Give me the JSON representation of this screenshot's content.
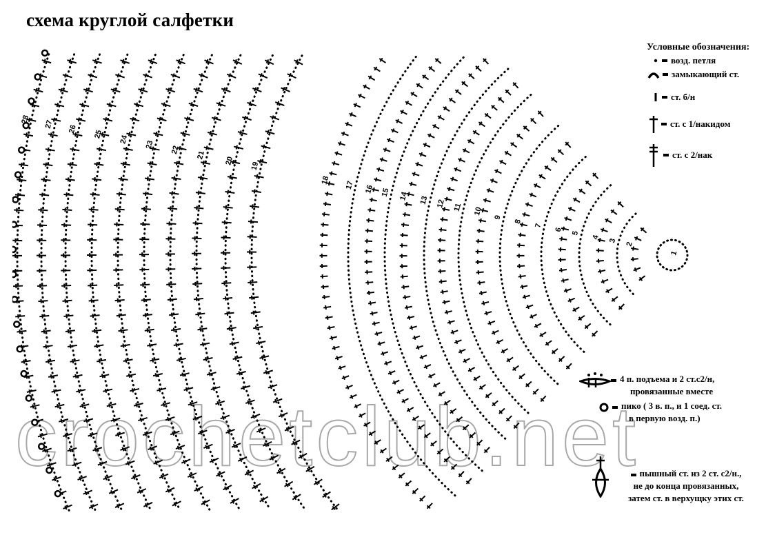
{
  "title": "схема круглой салфетки",
  "diagram": {
    "row_labels": [
      "1",
      "2",
      "3",
      "4",
      "5",
      "6",
      "7",
      "8",
      "9",
      "10",
      "11",
      "12",
      "13",
      "14",
      "15",
      "16",
      "17",
      "18",
      "19",
      "20",
      "21",
      "22",
      "23",
      "24",
      "25",
      "26",
      "27",
      "28"
    ],
    "watermark": "crochetclub.net"
  },
  "legend": {
    "title": "Условные обозначения:",
    "items": [
      {
        "icon": "chain-dot-icon",
        "label": "возд. петля"
      },
      {
        "icon": "closing-stitch-arc-icon",
        "label": "замыкающий ст."
      },
      {
        "icon": "single-crochet-icon",
        "label": "ст. б/н"
      },
      {
        "icon": "double-crochet-icon",
        "label": "ст. с 1/накидом"
      },
      {
        "icon": "treble-crochet-icon",
        "label": "ст. с 2/нак"
      }
    ],
    "extra": [
      {
        "icon": "cluster-icon",
        "lines": [
          "4 п. подъема и 2 ст.с2/н,",
          "провязанные вместе"
        ]
      },
      {
        "icon": "picot-icon",
        "lines": [
          "пико ( 3 в. п., и 1 соед. ст.",
          "в первую возд. п.)"
        ]
      },
      {
        "icon": "puff-stitch-icon",
        "lines": [
          "пышный ст. из 2 ст. с2/н.,",
          "не до конца провязанных,",
          "затем ст. в верхущку этих ст."
        ]
      }
    ]
  }
}
